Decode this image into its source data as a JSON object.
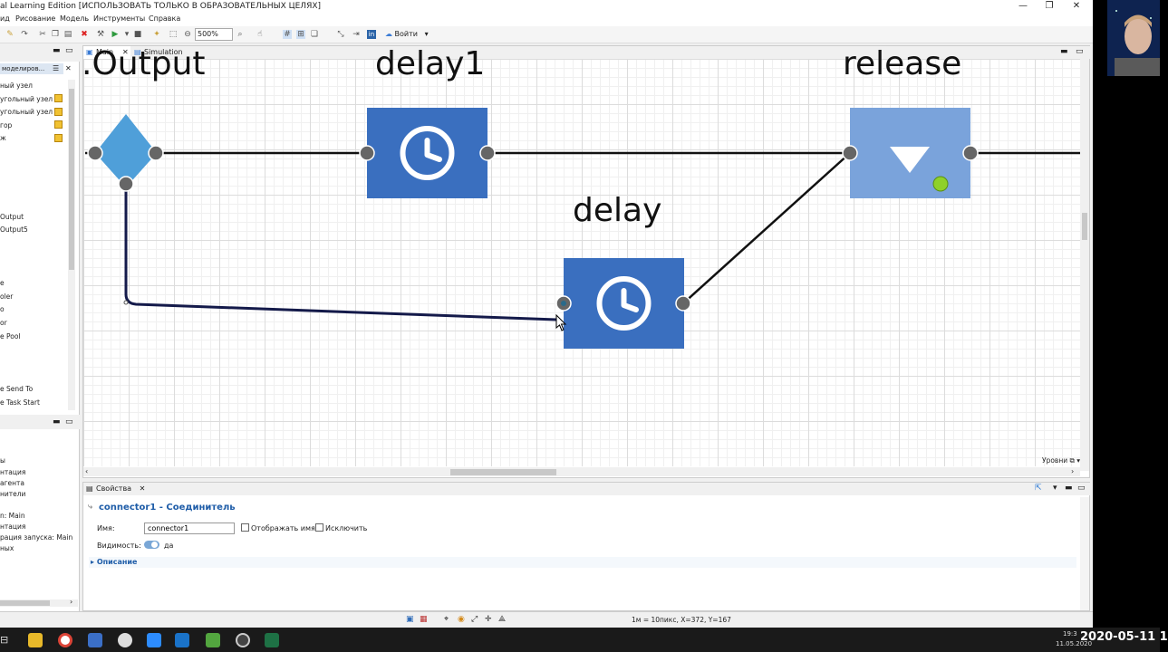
{
  "window": {
    "title": "al Learning Edition [ИСПОЛЬЗОВАТЬ ТОЛЬКО В ОБРАЗОВАТЕЛЬНЫХ ЦЕЛЯХ]",
    "minimize": "—",
    "restore": "❐",
    "close": "✕"
  },
  "menu": [
    "ид",
    "Рисование",
    "Модель",
    "Инструменты",
    "Справка"
  ],
  "toolbar": {
    "zoom": "500%",
    "login": "Войти"
  },
  "palette": {
    "tab_label": "моделиров...",
    "items": [
      "ный узел",
      "угольный узел",
      "угольный узел",
      "гор",
      "ж"
    ],
    "blocks": [
      "Output",
      "Output5",
      "e",
      "oler",
      "o",
      "or",
      "e Pool",
      "e Send To",
      "e Task Start"
    ]
  },
  "left_bottom": {
    "items": [
      "ы",
      "нтация",
      "агента",
      "нители",
      "n: Main",
      "нтация",
      "рация запуска: Main",
      "ных"
    ]
  },
  "editor": {
    "tabs": [
      "Main",
      "Simulation"
    ],
    "blocks": [
      {
        "name": ".Output",
        "kind": "select-output"
      },
      {
        "name": "delay1",
        "kind": "delay"
      },
      {
        "name": "release",
        "kind": "release"
      },
      {
        "name": "delay",
        "kind": "delay"
      }
    ],
    "levels_label": "Уровни"
  },
  "properties": {
    "tab_label": "Свойства",
    "title": "connector1 - Соединитель",
    "name_label": "Имя:",
    "name_value": "connector1",
    "show_name_label": "Отображать имя",
    "exclude_label": "Исключить",
    "visibility_label": "Видимость:",
    "visibility_value": "да",
    "description_label": "Описание"
  },
  "status": {
    "coords": "1м = 10пикс, X=372, Y=167"
  },
  "taskbar": {
    "time": "19:3",
    "date": "11.05.2020",
    "big_date": "2020-05-11  1"
  },
  "colors": {
    "block_blue": "#3a6fbf",
    "release_blue": "#7aa3db",
    "diamond": "#4f9fd9",
    "port": "#666666",
    "green": "#8fd12a"
  }
}
